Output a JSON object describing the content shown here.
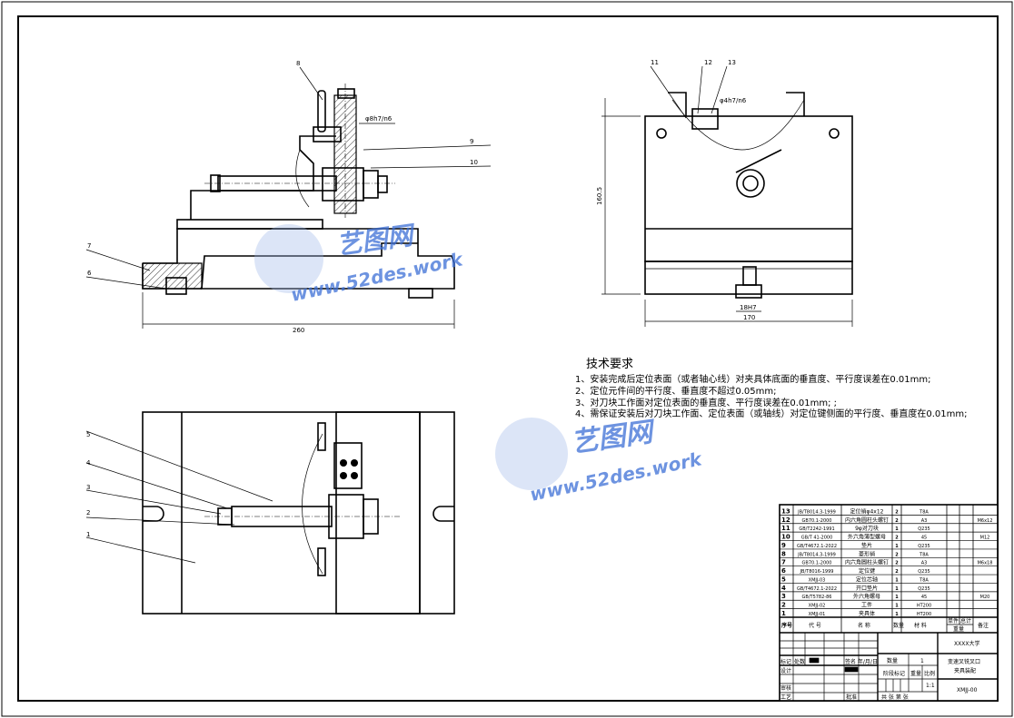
{
  "drawing": {
    "balloons": [
      "1",
      "2",
      "3",
      "4",
      "5",
      "6",
      "7",
      "8",
      "9",
      "10",
      "11",
      "12",
      "13"
    ],
    "dimensions": {
      "front_width": "260",
      "fit_8": "φ8h7/n6",
      "side_width": "170",
      "side_height": "160.5",
      "fit_4": "φ4h7/n6",
      "key_fit": "18H7"
    }
  },
  "tech_requirements": {
    "title": "技术要求",
    "items": [
      "1、安装完成后定位表面（或者轴心线）对夹具体底面的垂直度、平行度误差在0.01mm;",
      "2、定位元件间的平行度、垂直度不超过0.05mm;",
      "3、对刀块工作面对定位表面的垂直度、平行度误差在0.01mm; ;",
      "4、需保证安装后对刀块工作面、定位表面（或轴线）对定位键侧面的平行度、垂直度在0.01mm;"
    ]
  },
  "parts_list": {
    "header": {
      "no": "序号",
      "code": "代  号",
      "name": "名  称",
      "qty": "数量",
      "material": "材  料",
      "single": "单件",
      "total": "总计",
      "weight": "重量",
      "remark": "备注"
    },
    "rows": [
      {
        "no": "13",
        "code": "JB/T8014.3-1999",
        "name": "定位销φ4x12",
        "qty": "2",
        "material": "T8A",
        "remark": ""
      },
      {
        "no": "12",
        "code": "GB70.1-2000",
        "name": "内六角圆柱头螺钉",
        "qty": "2",
        "material": "A3",
        "remark": "M6x12"
      },
      {
        "no": "11",
        "code": "GB/T2242-1991",
        "name": "9φ对刀块",
        "qty": "1",
        "material": "Q235",
        "remark": ""
      },
      {
        "no": "10",
        "code": "GB/T 41-2000",
        "name": "外六角薄型螺母",
        "qty": "2",
        "material": "45",
        "remark": "M12"
      },
      {
        "no": "9",
        "code": "GB/T4672.1-2022",
        "name": "垫片",
        "qty": "1",
        "material": "Q235",
        "remark": ""
      },
      {
        "no": "8",
        "code": "JB/T8014.3-1999",
        "name": "菱形销",
        "qty": "2",
        "material": "T8A",
        "remark": ""
      },
      {
        "no": "7",
        "code": "GB70.1-2000",
        "name": "内六角圆柱头螺钉",
        "qty": "2",
        "material": "A3",
        "remark": "M6x18"
      },
      {
        "no": "6",
        "code": "JB/T8016-1999",
        "name": "定位键",
        "qty": "2",
        "material": "Q235",
        "remark": ""
      },
      {
        "no": "5",
        "code": "XMJJ-03",
        "name": "定位芯轴",
        "qty": "1",
        "material": "T8A",
        "remark": ""
      },
      {
        "no": "4",
        "code": "GB/T4672.1-2022",
        "name": "开口垫片",
        "qty": "1",
        "material": "Q235",
        "remark": ""
      },
      {
        "no": "3",
        "code": "GB/T5782-86",
        "name": "外六角螺母",
        "qty": "1",
        "material": "45",
        "remark": "M20"
      },
      {
        "no": "2",
        "code": "XMJJ-02",
        "name": "工件",
        "qty": "1",
        "material": "HT200",
        "remark": ""
      },
      {
        "no": "1",
        "code": "XMJJ-01",
        "name": "夹具体",
        "qty": "1",
        "material": "HT200",
        "remark": ""
      }
    ]
  },
  "title_block": {
    "school": "XXXX大学",
    "title_line1": "变速叉铣叉口",
    "title_line2": "夹具装配",
    "drawing_no": "XMJJ-00",
    "qty_label": "数量",
    "qty_value": "1",
    "stage_label": "阶段标记",
    "weight_label": "重量",
    "scale_label": "比例",
    "scale_value": "1:1",
    "sheets": "共    张     第    张",
    "mark": "标记",
    "count": "处数",
    "sign_date": "签名 年/月/日",
    "design": "设计",
    "review": "审核",
    "process": "工艺",
    "approve": "批准"
  },
  "watermark": {
    "brand": "艺图网",
    "url": "www.52des.work"
  }
}
